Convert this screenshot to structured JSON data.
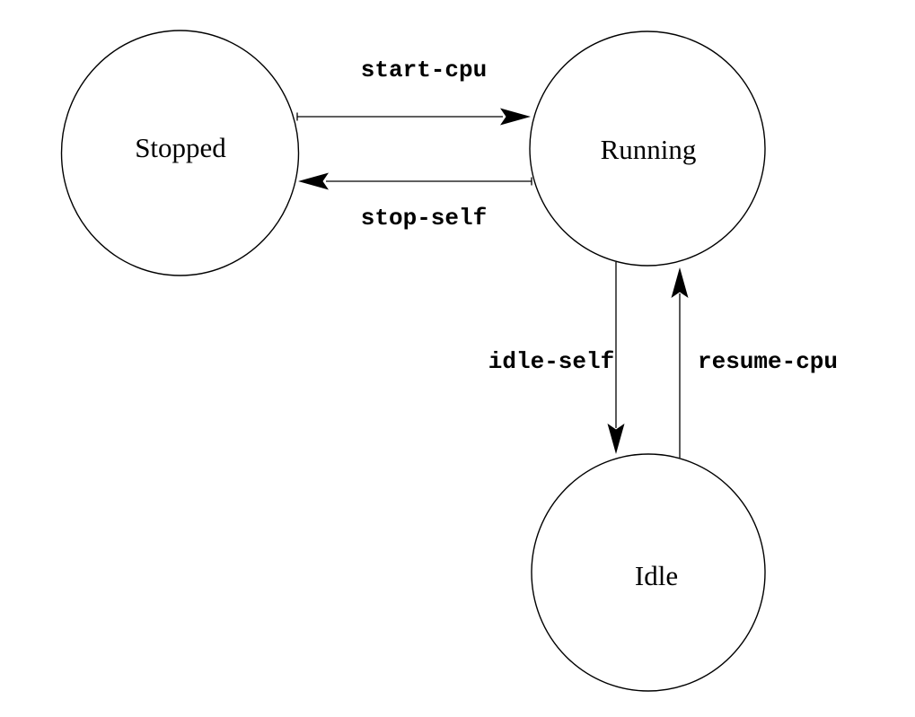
{
  "diagram": {
    "type": "state-machine",
    "background_color": "#ffffff",
    "line_color": "#000000",
    "states": [
      {
        "label": "Stopped"
      },
      {
        "label": "Running"
      },
      {
        "label": "Idle"
      }
    ],
    "transitions": [
      {
        "label": "start-cpu",
        "from": "Stopped",
        "to": "Running"
      },
      {
        "label": "stop-self",
        "from": "Running",
        "to": "Stopped"
      },
      {
        "label": "idle-self",
        "from": "Running",
        "to": "Idle"
      },
      {
        "label": "resume-cpu",
        "from": "Idle",
        "to": "Running"
      }
    ]
  }
}
